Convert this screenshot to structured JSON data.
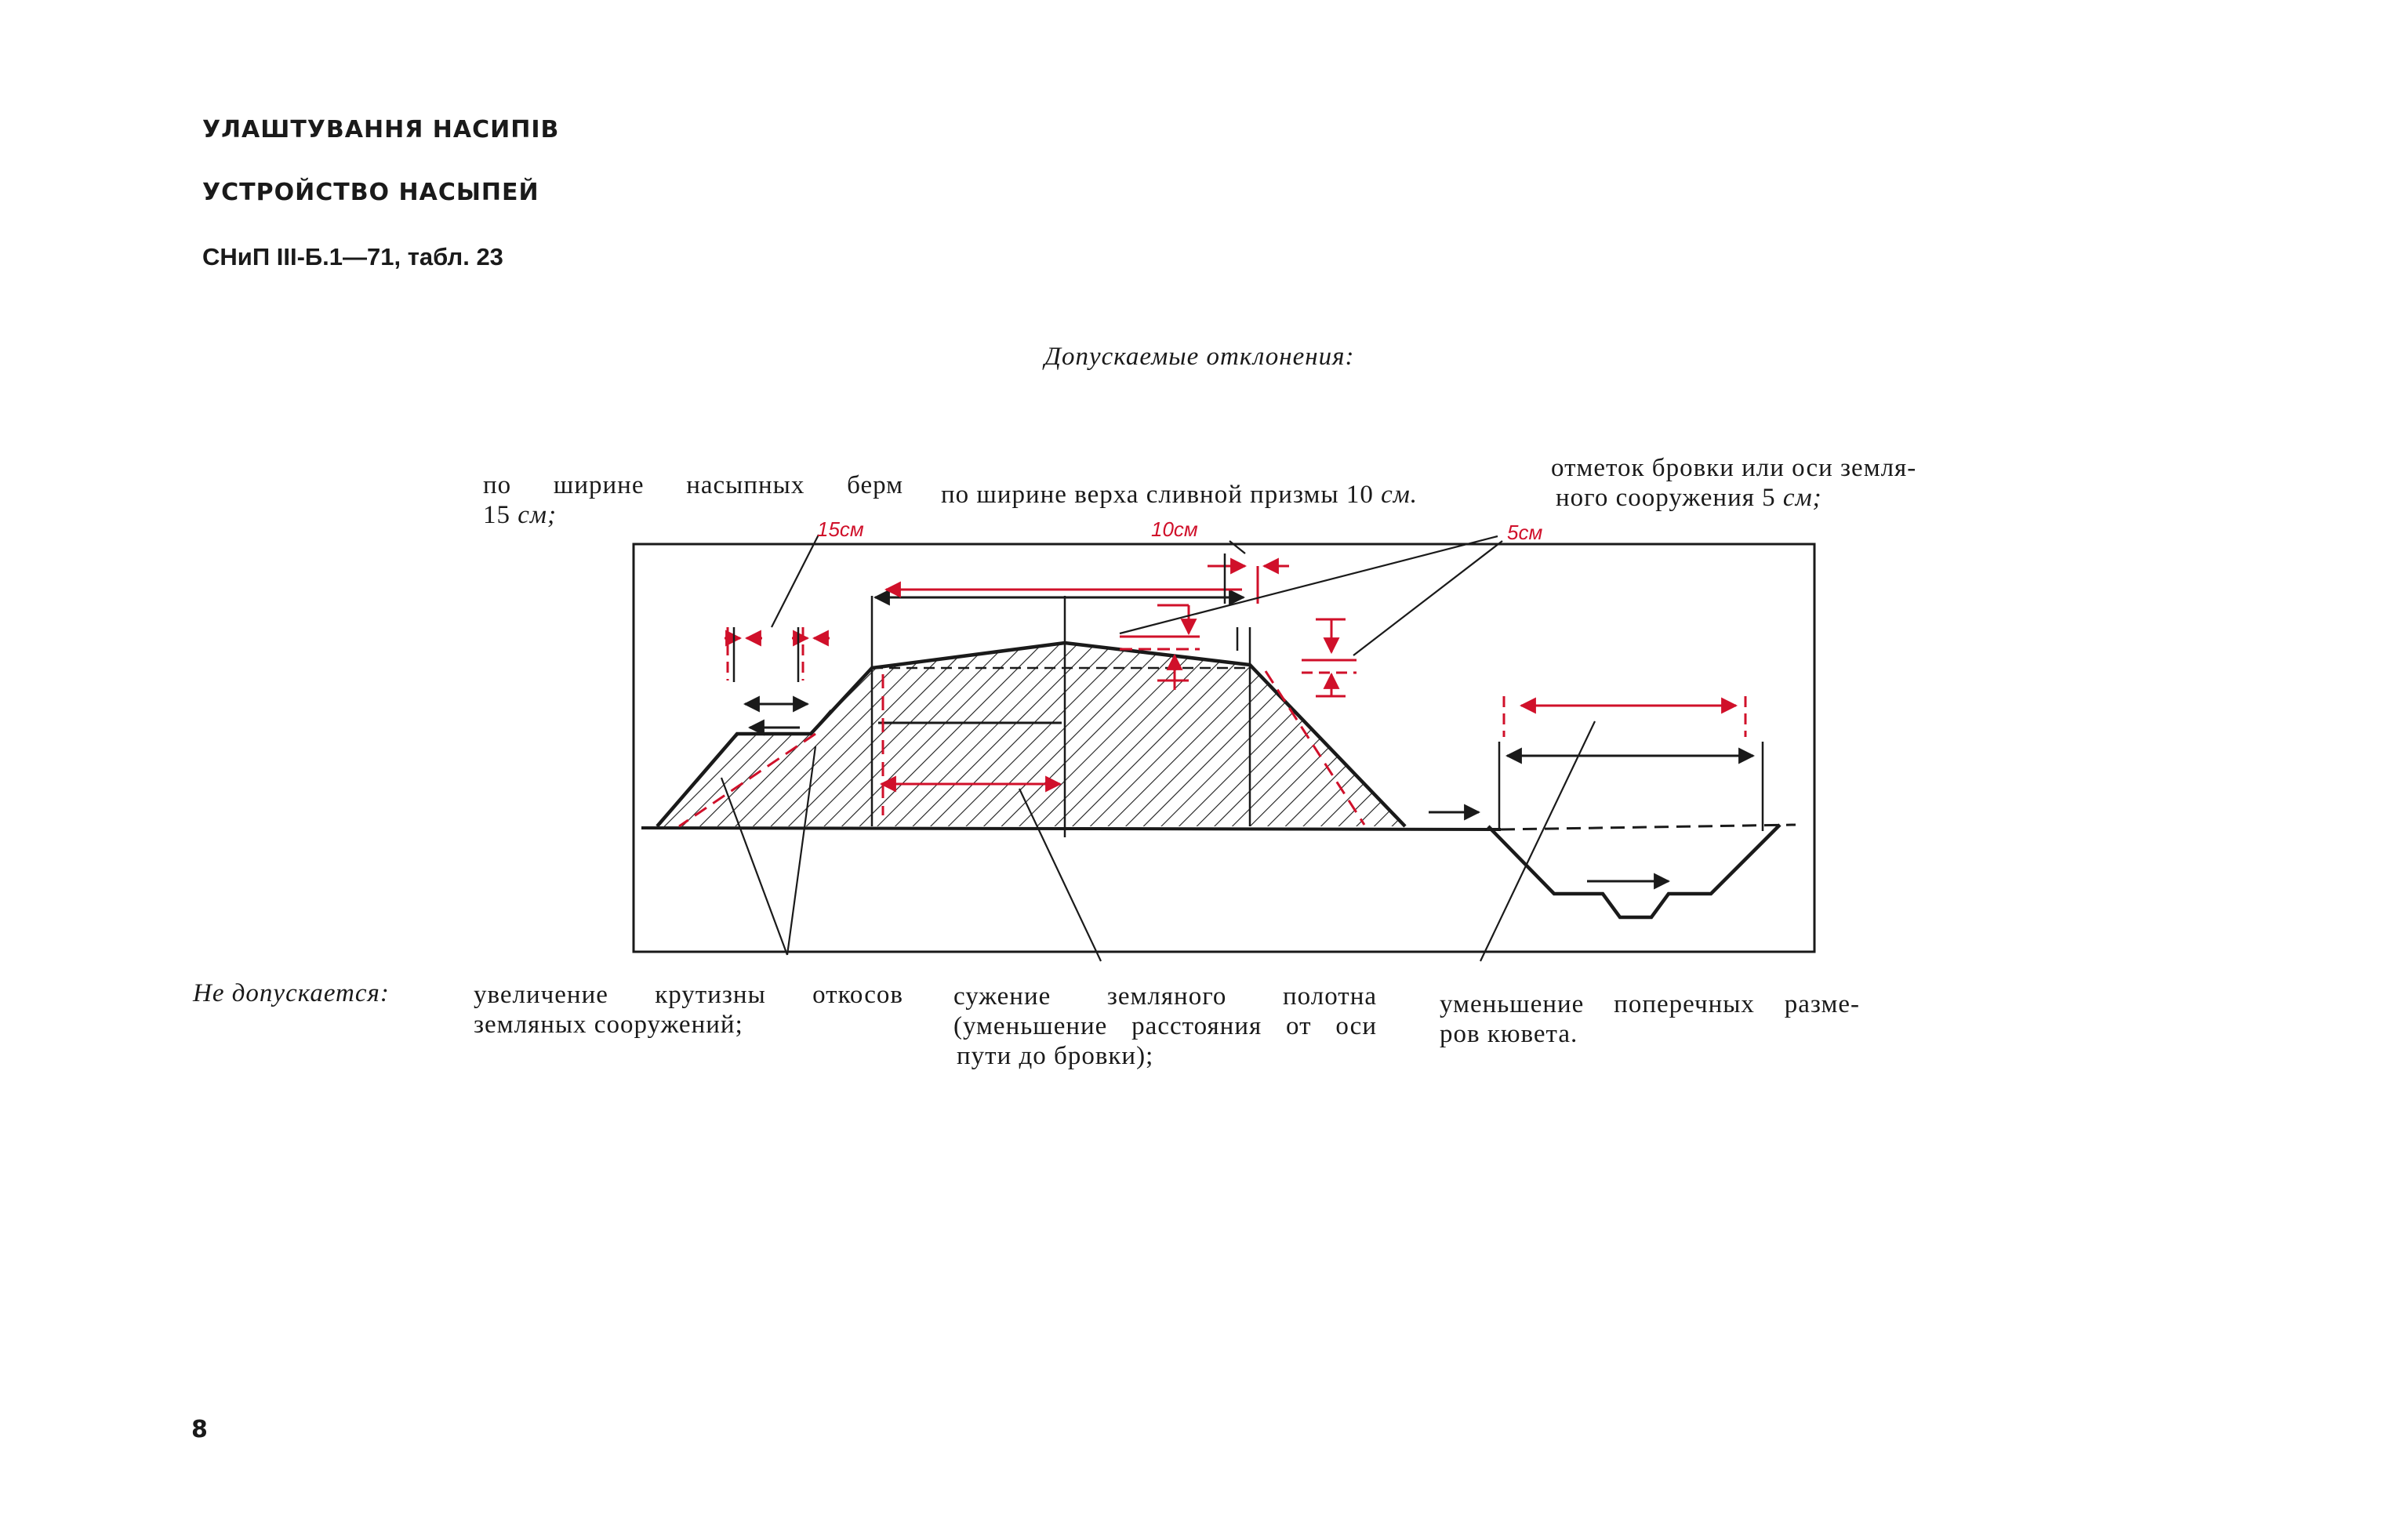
{
  "colors": {
    "ink": "#1a1a1a",
    "accent_red": "#d0102a",
    "paper": "#ffffff"
  },
  "header": {
    "title_ua": "УЛАШТУВАННЯ НАСИПІВ",
    "title_ru": "УСТРОЙСТВО НАСЫПЕЙ",
    "reference": "СНиП III-Б.1—71, табл. 23"
  },
  "deviations": {
    "heading": "Допускаемые отклонения:",
    "berm": {
      "text_line1": "по ширине насыпных берм",
      "text_line2_value": "15",
      "text_line2_unit": "см;"
    },
    "prism": {
      "text": "по ширине верха сливной призмы 10",
      "unit": "см."
    },
    "marks": {
      "line1": "отметок бровки или оси земля-",
      "line2": "ного сооружения 5",
      "unit": "см;"
    }
  },
  "diagram_labels": {
    "berm_tol": "15см",
    "prism_tol": "10см",
    "mark_tol": "5см"
  },
  "not_allowed": {
    "heading": "Не допускается:",
    "slopes": {
      "line1": "увеличение крутизны откосов",
      "line2": "земляных сооружений;"
    },
    "narrowing": {
      "line1": "сужение земляного полотна",
      "line2": "(уменьшение расстояния от оси",
      "line3": "пути до бровки);"
    },
    "ditch": {
      "line1": "уменьшение поперечных разме-",
      "line2": "ров кювета."
    }
  },
  "page_number": "8"
}
